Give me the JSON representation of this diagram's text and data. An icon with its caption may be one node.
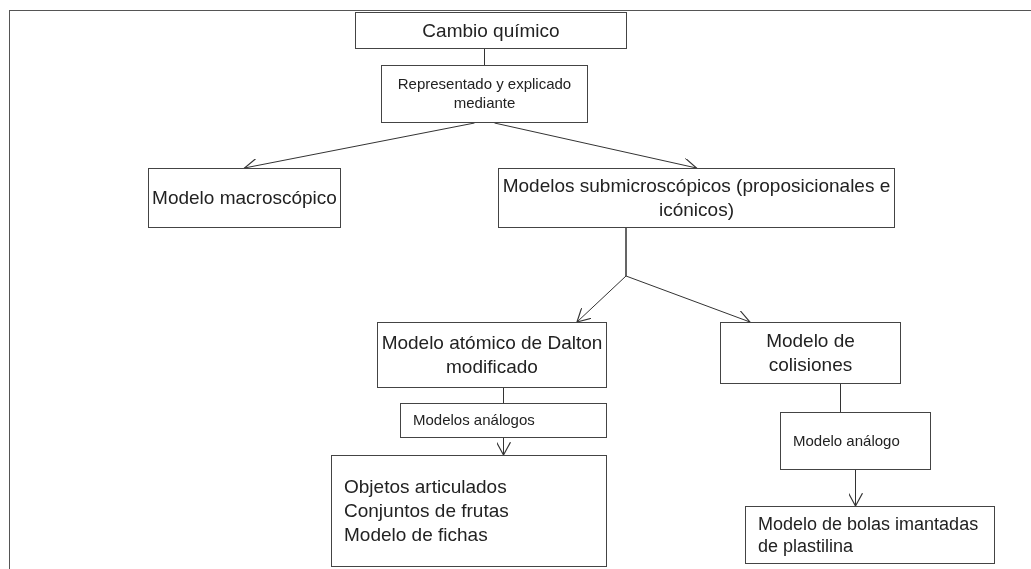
{
  "diagram": {
    "nodes": [
      {
        "text": [
          "Cambio químico"
        ]
      },
      {
        "text": [
          "Representado y explicado mediante"
        ]
      },
      {
        "text": [
          "Modelo macroscópico"
        ]
      },
      {
        "text": [
          "Modelos submicroscópicos (proposicionales e icónicos)"
        ]
      },
      {
        "text": [
          "Modelo atómico de Dalton modificado"
        ]
      },
      {
        "text": [
          "Modelo de colisiones"
        ]
      },
      {
        "text": [
          "Modelos análogos"
        ]
      },
      {
        "text": [
          "Objetos articulados",
          "Conjuntos de frutas",
          "Modelo de fichas"
        ]
      },
      {
        "text": [
          "Modelo análogo"
        ]
      },
      {
        "text": [
          "Modelo de bolas imantadas de plastilina"
        ]
      }
    ],
    "edges": [
      {
        "from": 0,
        "to": 1,
        "arrow": "none"
      },
      {
        "from": 1,
        "to": 2,
        "arrow": "to"
      },
      {
        "from": 1,
        "to": 3,
        "arrow": "to"
      },
      {
        "from": 3,
        "to": 4,
        "arrow": "to"
      },
      {
        "from": 3,
        "to": 5,
        "arrow": "to"
      },
      {
        "from": 4,
        "to": 6,
        "arrow": "none"
      },
      {
        "from": 6,
        "to": 7,
        "arrow": "to"
      },
      {
        "from": 5,
        "to": 8,
        "arrow": "none"
      },
      {
        "from": 8,
        "to": 9,
        "arrow": "to"
      }
    ]
  }
}
